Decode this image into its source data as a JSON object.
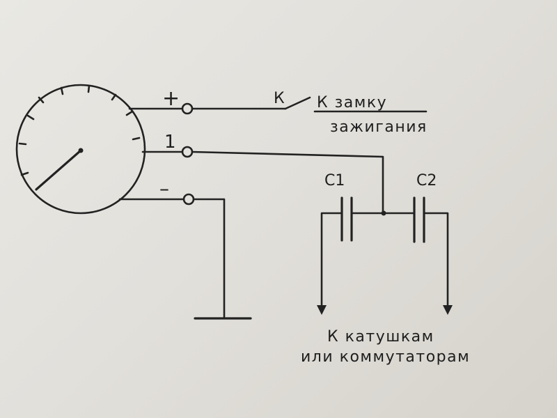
{
  "labels": {
    "plus": "+",
    "one": "1",
    "minus": "–",
    "switch": "К",
    "to_lock_line1": "К замку",
    "to_lock_line2": "зажигания",
    "c1": "С1",
    "c2": "С2",
    "to_coils_line1": "К катушкам",
    "to_coils_line2": "или коммутаторам"
  },
  "colors": {
    "ink": "#222222",
    "paper": "#e6e5e0"
  }
}
